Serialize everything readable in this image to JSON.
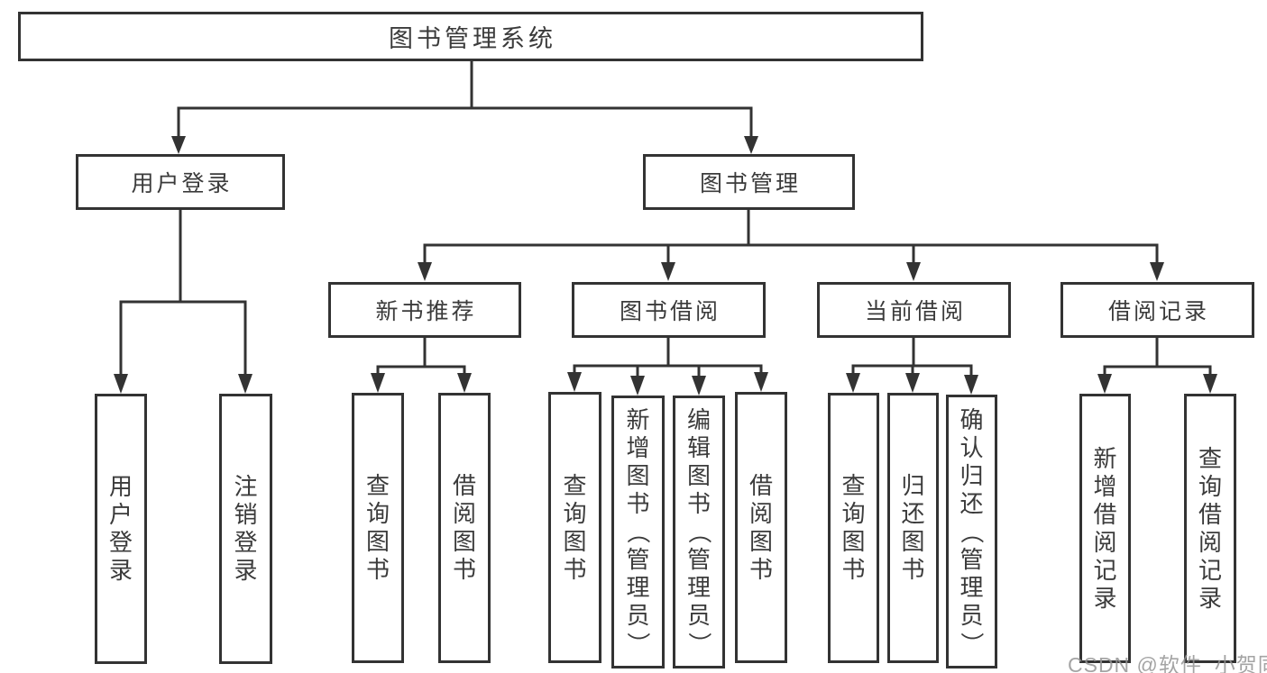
{
  "diagram": {
    "root": "图书管理系统",
    "level2": {
      "login": "用户登录",
      "mgmt": "图书管理"
    },
    "level3": {
      "recommend": "新书推荐",
      "borrow": "图书借阅",
      "current": "当前借阅",
      "records": "借阅记录"
    },
    "leaves": {
      "login": [
        "用户登录",
        "注销登录"
      ],
      "recommend": [
        "查询图书",
        "借阅图书"
      ],
      "borrow": [
        "查询图书",
        "新增图书（管理员）",
        "编辑图书（管理员）",
        "借阅图书"
      ],
      "current": [
        "查询图书",
        "归还图书",
        "确认归还（管理员）"
      ],
      "records": [
        "新增借阅记录",
        "查询借阅记录"
      ]
    }
  },
  "watermark": "CSDN @软件_小贺同学",
  "colors": {
    "line": "#333333",
    "text": "#3b3b3b",
    "background": "#ffffff",
    "watermark": "#949494"
  }
}
